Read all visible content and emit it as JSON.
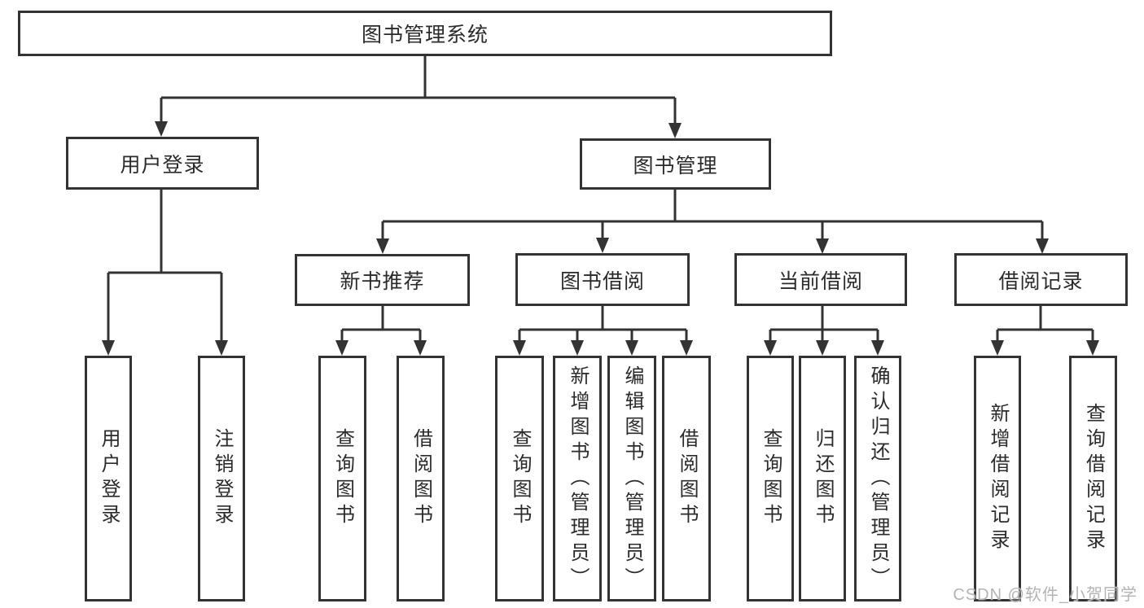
{
  "diagram": {
    "root": {
      "label": "图书管理系统",
      "children": [
        {
          "label": "用户登录",
          "children": [
            {
              "label": "用户登录"
            },
            {
              "label": "注销登录"
            }
          ]
        },
        {
          "label": "图书管理",
          "children": [
            {
              "label": "新书推荐",
              "children": [
                {
                  "label": "查询图书"
                },
                {
                  "label": "借阅图书"
                }
              ]
            },
            {
              "label": "图书借阅",
              "children": [
                {
                  "label": "查询图书"
                },
                {
                  "label": "新增图书（管理员）"
                },
                {
                  "label": "编辑图书（管理员）"
                },
                {
                  "label": "借阅图书"
                }
              ]
            },
            {
              "label": "当前借阅",
              "children": [
                {
                  "label": "查询图书"
                },
                {
                  "label": "归还图书"
                },
                {
                  "label": "确认归还（管理员）"
                }
              ]
            },
            {
              "label": "借阅记录",
              "children": [
                {
                  "label": "新增借阅记录"
                },
                {
                  "label": "查询借阅记录"
                }
              ]
            }
          ]
        }
      ]
    }
  },
  "watermark": {
    "text": "CSDN @软件_小贺同学"
  },
  "colors": {
    "line": "#333333",
    "box_border": "#333333",
    "box_fill": "#ffffff",
    "text": "#2b2b2b",
    "watermark": "#b4b4b4",
    "background": "#ffffff"
  }
}
